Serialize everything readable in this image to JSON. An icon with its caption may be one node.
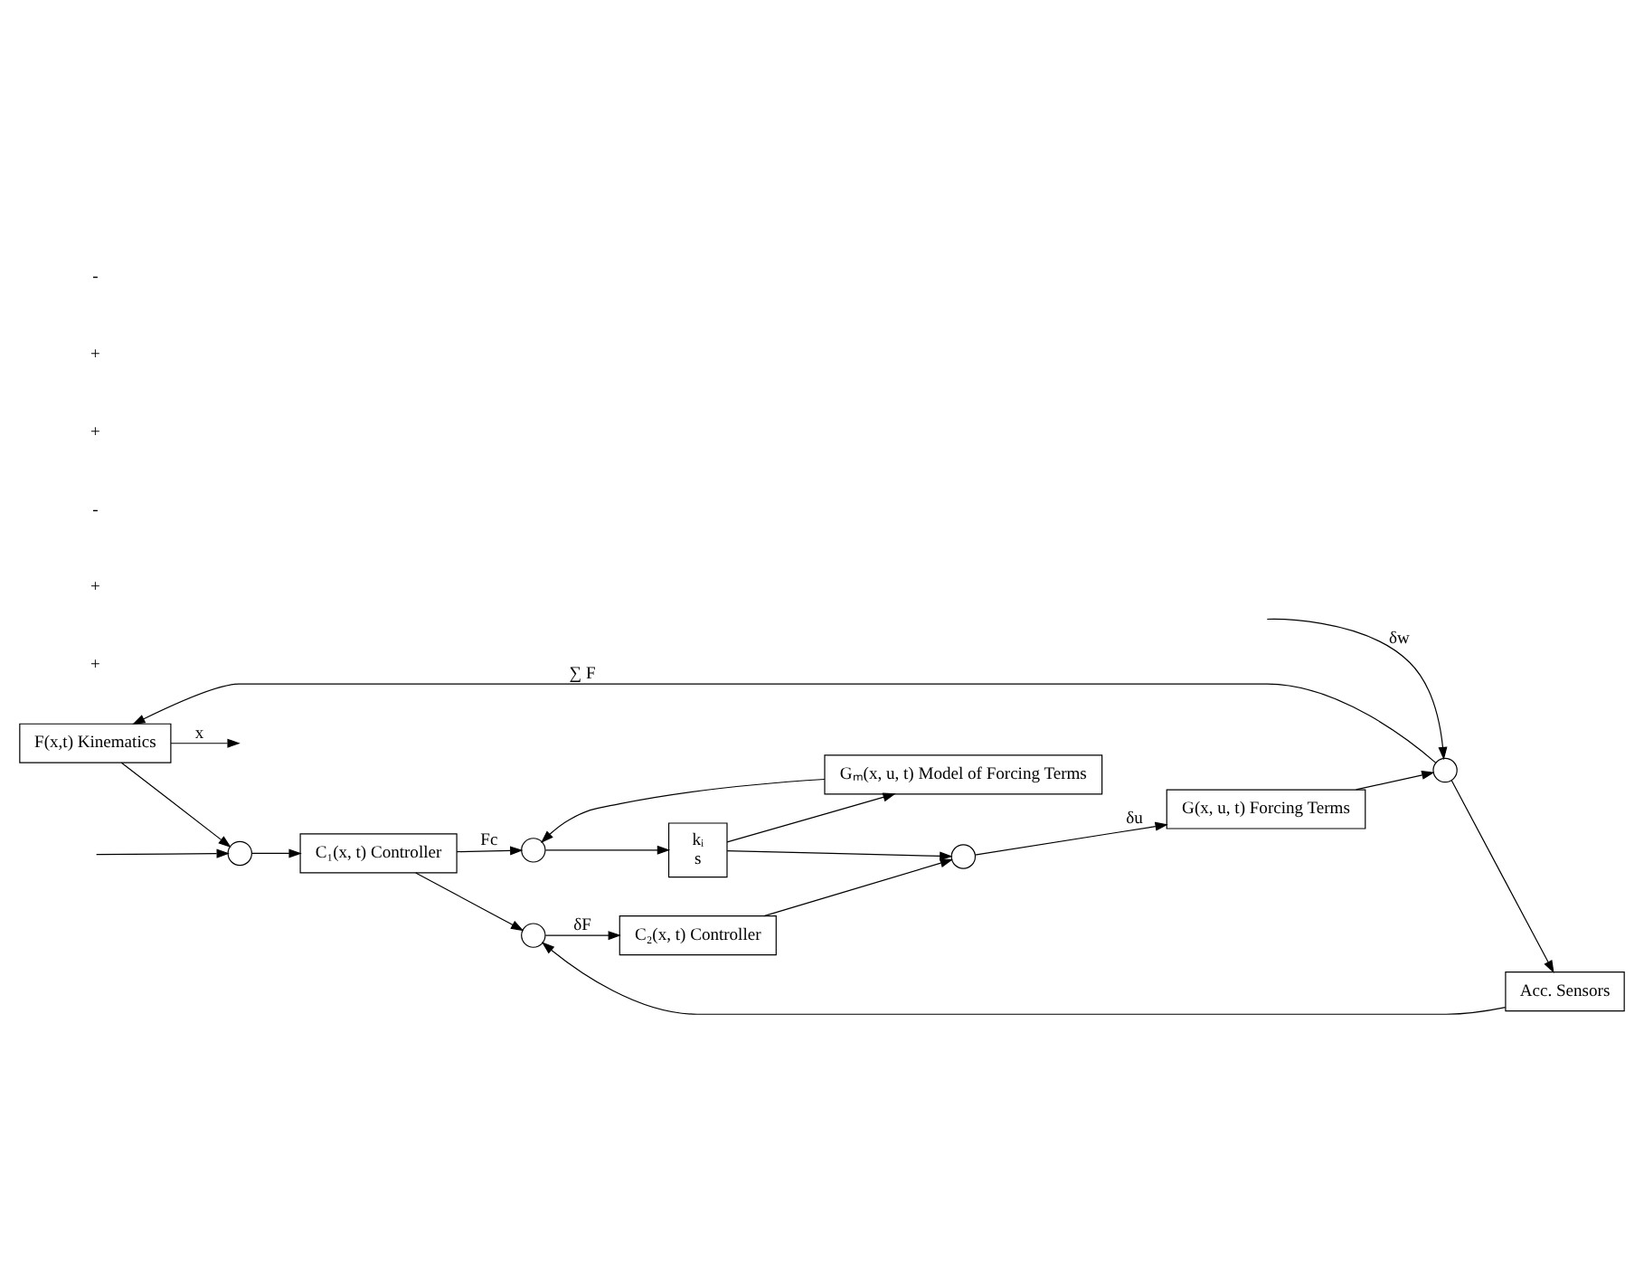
{
  "diagram": {
    "nodes": [
      {
        "text": [
          "F(x,t) Kinematics"
        ]
      },
      {
        "text": [],
        "shape": "circle"
      },
      {
        "text": [
          "G(x, u, t) Forcing Terms"
        ]
      },
      {
        "text": [
          "Acc. Sensors"
        ]
      },
      {
        "text": [
          "C₂(x, t) Controller"
        ]
      },
      {
        "text": [],
        "shape": "circle"
      },
      {
        "text": [],
        "shape": "circle"
      },
      {
        "text": [
          "Gₘ(x, u, t) Model of Forcing Terms"
        ]
      },
      {
        "text": [],
        "shape": "circle"
      },
      {
        "text": [
          "C₁(x, t) Controller"
        ]
      },
      {
        "text": [],
        "shape": "circle"
      },
      {
        "text": [
          "kᵢ",
          "s"
        ]
      }
    ],
    "edges": [
      {
        "from": null,
        "to": 1,
        "arrow": "to",
        "label": "δw"
      },
      {
        "from": 2,
        "to": 1,
        "arrow": "to"
      },
      {
        "from": 1,
        "to": 0,
        "arrow": "to",
        "label": "∑ F"
      },
      {
        "from": 1,
        "to": 3,
        "arrow": "to"
      },
      {
        "from": 0,
        "to": null,
        "arrow": "to",
        "label": "x"
      },
      {
        "from": 0,
        "to": 8,
        "arrow": "to"
      },
      {
        "from": 5,
        "to": 2,
        "arrow": "to",
        "label": "δu"
      },
      {
        "from": 3,
        "to": 6,
        "arrow": "to"
      },
      {
        "from": 6,
        "to": 4,
        "arrow": "to",
        "label": "δF"
      },
      {
        "from": 4,
        "to": 5,
        "arrow": "to"
      },
      {
        "from": 11,
        "to": 5,
        "arrow": "to"
      },
      {
        "from": 11,
        "to": 7,
        "arrow": "to"
      },
      {
        "from": null,
        "to": 8,
        "arrow": "to"
      },
      {
        "from": 8,
        "to": 9,
        "arrow": "to"
      },
      {
        "from": 9,
        "to": 6,
        "arrow": "to"
      },
      {
        "from": 9,
        "to": 10,
        "arrow": "to",
        "label": "Fc"
      },
      {
        "from": 7,
        "to": 10,
        "arrow": "to"
      },
      {
        "from": 10,
        "to": 11,
        "arrow": "to"
      }
    ],
    "labels": [
      "+",
      "+",
      "-",
      "+",
      "+",
      "-"
    ]
  }
}
